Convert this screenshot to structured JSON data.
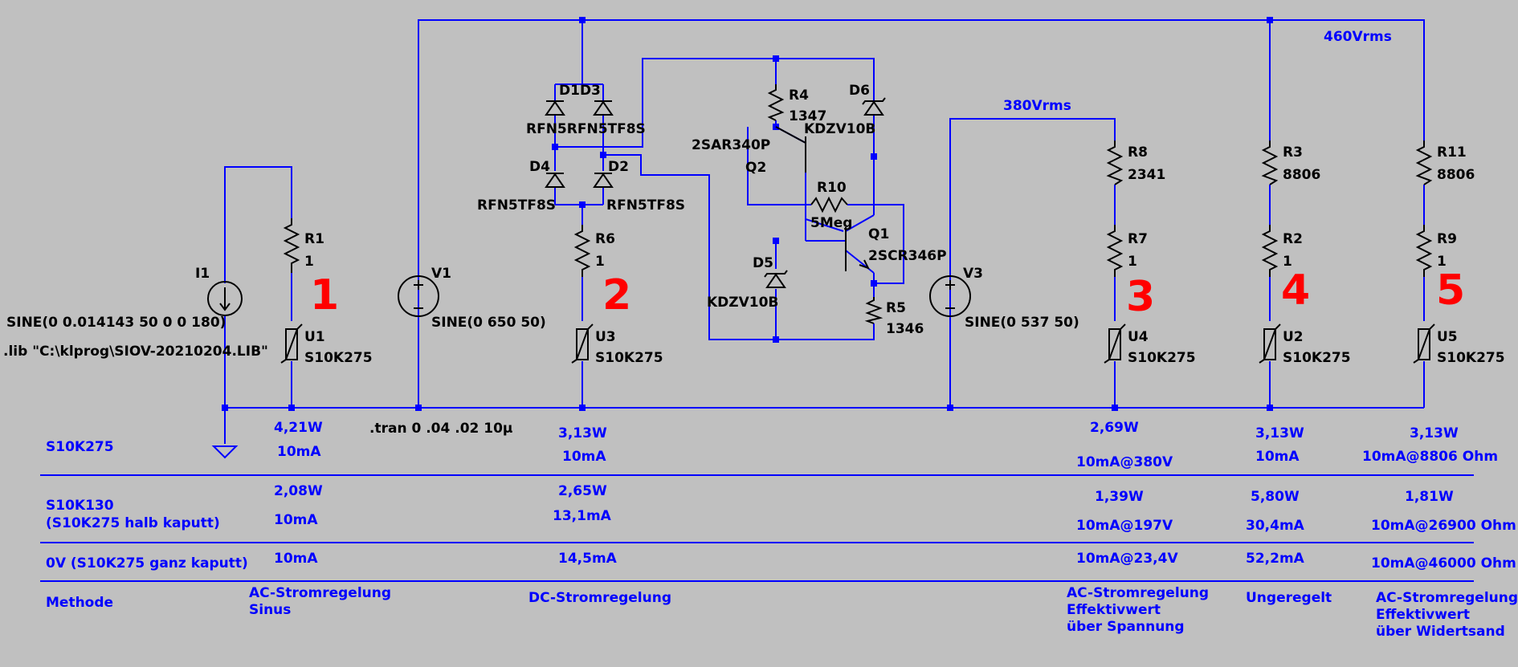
{
  "components": {
    "I1": {
      "name": "I1",
      "value": "SINE(0 0.014143 50 0 0 180)"
    },
    "lib": ".lib \"C:\\klprog\\SIOV-20210204.LIB\"",
    "R1": {
      "name": "R1",
      "value": "1"
    },
    "U1": {
      "name": "U1",
      "value": "S10K275"
    },
    "V1": {
      "name": "V1",
      "value": "SINE(0 650 50)"
    },
    "D1D3": "D1D3",
    "D1D3_val": "RFN5RFN5TF8S",
    "D4": {
      "name": "D4",
      "value": "RFN5TF8S"
    },
    "D2": {
      "name": "D2",
      "value": "RFN5TF8S"
    },
    "R6": {
      "name": "R6",
      "value": "1"
    },
    "U3": {
      "name": "U3",
      "value": "S10K275"
    },
    "R4": {
      "name": "R4",
      "value": "1347"
    },
    "D6": {
      "name": "D6",
      "value": "KDZV10B"
    },
    "Q2": {
      "name": "Q2",
      "value": "2SAR340P"
    },
    "R10": {
      "name": "R10",
      "value": "5Meg"
    },
    "Q1": {
      "name": "Q1",
      "value": "2SCR346P"
    },
    "D5": {
      "name": "D5",
      "value": "KDZV10B"
    },
    "R5": {
      "name": "R5",
      "value": "1346"
    },
    "V3": {
      "name": "V3",
      "value": "SINE(0 537 50)"
    },
    "V3_rms": "380Vrms",
    "R8": {
      "name": "R8",
      "value": "2341"
    },
    "R7": {
      "name": "R7",
      "value": "1"
    },
    "U4": {
      "name": "U4",
      "value": "S10K275"
    },
    "R3": {
      "name": "R3",
      "value": "8806"
    },
    "R2": {
      "name": "R2",
      "value": "1"
    },
    "U2": {
      "name": "U2",
      "value": "S10K275"
    },
    "R11": {
      "name": "R11",
      "value": "8806"
    },
    "R9": {
      "name": "R9",
      "value": "1"
    },
    "U5": {
      "name": "U5",
      "value": "S10K275"
    },
    "top_rms": "460Vrms",
    "tran": ".tran 0 .04 .02 10µ"
  },
  "circuit_numbers": [
    "1",
    "2",
    "3",
    "4",
    "5"
  ],
  "table": {
    "rows": [
      {
        "label": "S10K275",
        "label2": "",
        "c1": [
          "4,21W",
          "10mA"
        ],
        "c2": [
          "3,13W",
          "10mA"
        ],
        "c3": [
          "2,69W",
          "10mA@380V"
        ],
        "c4": [
          "3,13W",
          "10mA"
        ],
        "c5": [
          "3,13W",
          "10mA@8806 Ohm"
        ]
      },
      {
        "label": "S10K130",
        "label2": "(S10K275 halb kaputt)",
        "c1": [
          "2,08W",
          "10mA"
        ],
        "c2": [
          "2,65W",
          "13,1mA"
        ],
        "c3": [
          "1,39W",
          "10mA@197V"
        ],
        "c4": [
          "5,80W",
          "30,4mA"
        ],
        "c5": [
          "1,81W",
          "10mA@26900 Ohm"
        ]
      },
      {
        "label": "0V (S10K275 ganz kaputt)",
        "label2": "",
        "c1": [
          "",
          "10mA"
        ],
        "c2": [
          "",
          "14,5mA"
        ],
        "c3": [
          "",
          "10mA@23,4V"
        ],
        "c4": [
          "",
          "52,2mA"
        ],
        "c5": [
          "",
          "10mA@46000 Ohm"
        ]
      }
    ],
    "method": {
      "label": "Methode",
      "c1": [
        "AC-Stromregelung",
        "Sinus"
      ],
      "c2": [
        "DC-Stromregelung"
      ],
      "c3": [
        "AC-Stromregelung",
        "Effektivwert",
        "über Spannung"
      ],
      "c4": [
        "Ungeregelt"
      ],
      "c5": [
        "AC-Stromregelung",
        "Effektivwert",
        "über Widertsand"
      ]
    }
  }
}
